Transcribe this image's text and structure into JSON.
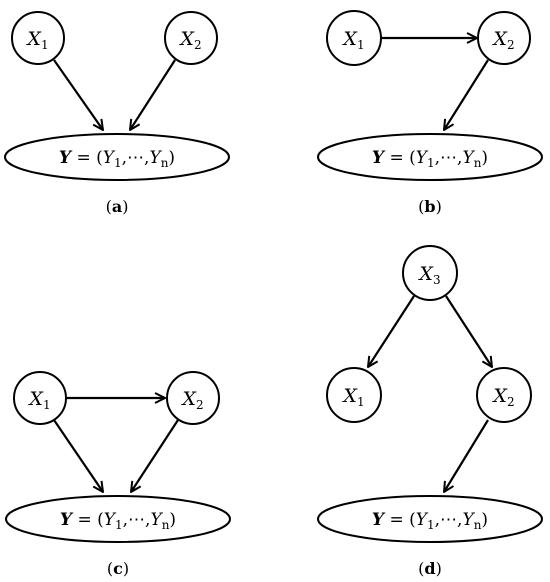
{
  "diagrams": [
    {
      "id": "a",
      "caption_open": "(",
      "caption_letter": "a",
      "caption_close": ")",
      "nodes": [
        {
          "var": "X",
          "sub": "1"
        },
        {
          "var": "X",
          "sub": "2"
        }
      ],
      "edges": [
        {
          "from": "X1",
          "to": "Y"
        },
        {
          "from": "X2",
          "to": "Y"
        }
      ]
    },
    {
      "id": "b",
      "caption_open": "(",
      "caption_letter": "b",
      "caption_close": ")",
      "nodes": [
        {
          "var": "X",
          "sub": "1"
        },
        {
          "var": "X",
          "sub": "2"
        }
      ],
      "edges": [
        {
          "from": "X1",
          "to": "X2"
        },
        {
          "from": "X2",
          "to": "Y"
        }
      ]
    },
    {
      "id": "c",
      "caption_open": "(",
      "caption_letter": "c",
      "caption_close": ")",
      "nodes": [
        {
          "var": "X",
          "sub": "1"
        },
        {
          "var": "X",
          "sub": "2"
        }
      ],
      "edges": [
        {
          "from": "X1",
          "to": "X2"
        },
        {
          "from": "X1",
          "to": "Y"
        },
        {
          "from": "X2",
          "to": "Y"
        }
      ]
    },
    {
      "id": "d",
      "caption_open": "(",
      "caption_letter": "d",
      "caption_close": ")",
      "nodes": [
        {
          "var": "X",
          "sub": "3"
        },
        {
          "var": "X",
          "sub": "1"
        },
        {
          "var": "X",
          "sub": "2"
        }
      ],
      "edges": [
        {
          "from": "X3",
          "to": "X1"
        },
        {
          "from": "X3",
          "to": "X2"
        },
        {
          "from": "X2",
          "to": "Y"
        }
      ]
    }
  ],
  "outcome": {
    "bold_var": "Y",
    "equals": "=",
    "open": "(",
    "first_var": "Y",
    "first_sub": "1",
    "sep1": ",",
    "dots": "⋯",
    "sep2": ",",
    "last_var": "Y",
    "last_sub": "n",
    "close": ")"
  }
}
